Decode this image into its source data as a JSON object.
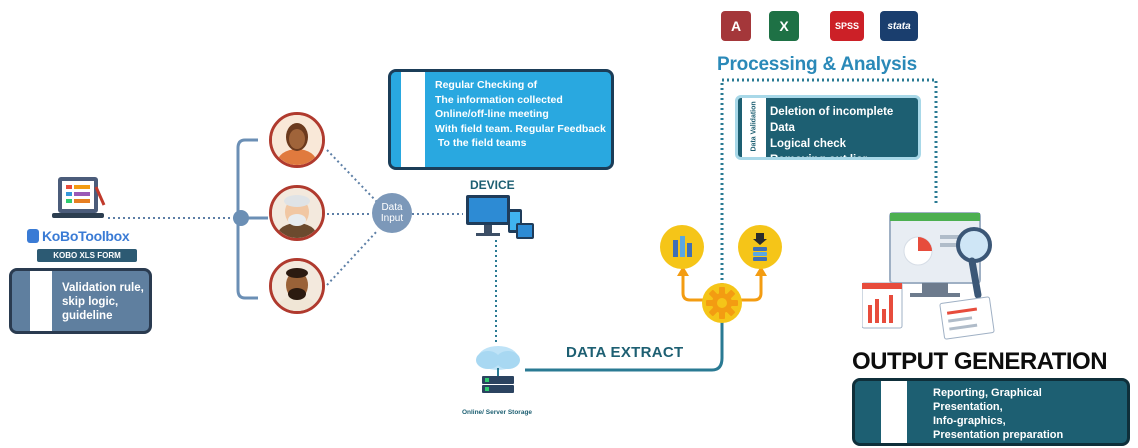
{
  "kobo": {
    "logo_text": "KoBoToolbox",
    "form_label": "KOBO XLS FORM",
    "validation_lines": [
      "Validation rule,",
      "skip logic,",
      "guideline"
    ]
  },
  "data_input_label": [
    "Data",
    "Input"
  ],
  "monitoring_box_lines": [
    "Regular Checking of",
    "The information collected",
    "Online/off-line meeting",
    "With field team. Regular Feedback",
    " To the field teams"
  ],
  "device_label": "DEVICE",
  "storage_label": "Online/ Server Storage",
  "data_extract_label": "DATA EXTRACT",
  "processing": {
    "title": "Processing & Analysis",
    "apps": [
      {
        "name": "access-icon",
        "glyph": "A",
        "color": "#a4373a"
      },
      {
        "name": "excel-icon",
        "glyph": "X",
        "color": "#1e7145"
      },
      {
        "name": "spss-icon",
        "glyph": "SPSS",
        "color": "#cc2027"
      },
      {
        "name": "stata-icon",
        "glyph": "stata",
        "color": "#1a3e6e"
      }
    ],
    "validation_side_label": "Data Validation",
    "validation_lines": [
      "Deletion of incomplete Data",
      "Logical check",
      "Removing out liar"
    ]
  },
  "output": {
    "title": "OUTPUT GENERATION",
    "lines": [
      "Reporting, Graphical",
      "Presentation,",
      "Info-graphics,",
      "Presentation preparation"
    ]
  },
  "colors": {
    "teal": "#1d5f72",
    "blue": "#29a8e0",
    "slate": "#5f7f9f",
    "dotted": "#2a7a93",
    "yellow": "#f5c518",
    "orange": "#f39c12",
    "persona_border": "#b03a2e"
  }
}
